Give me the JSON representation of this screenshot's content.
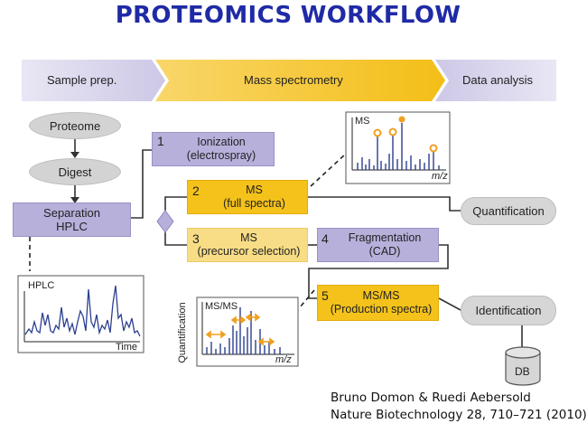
{
  "title": "PROTEOMICS WORKFLOW",
  "stages": [
    "Sample prep.",
    "Mass spectrometry",
    "Data analysis"
  ],
  "left_column": {
    "proteome": "Proteome",
    "digest": "Digest",
    "separation_line1": "Separation",
    "separation_line2": "HPLC"
  },
  "steps": {
    "s1_num": "1",
    "s1_line1": "Ionization",
    "s1_line2": "(electrospray)",
    "s2_num": "2",
    "s2_line1": "MS",
    "s2_line2": "(full spectra)",
    "s3_num": "3",
    "s3_line1": "MS",
    "s3_line2": "(precursor selection)",
    "s4_num": "4",
    "s4_line1": "Fragmentation",
    "s4_line2": "(CAD)",
    "s5_num": "5",
    "s5_line1": "MS/MS",
    "s5_line2": "(Production spectra)"
  },
  "outputs": {
    "quantification": "Quantification",
    "identification": "Identification",
    "db": "DB"
  },
  "plots": {
    "ms_label": "MS",
    "ms_axis": "m/z",
    "msms_label": "MS/MS",
    "msms_axis": "m/z",
    "msms_yaxis": "Quantification",
    "hplc_label": "HPLC",
    "hplc_axis": "Time"
  },
  "colors": {
    "title": "#1f2aa6",
    "purple_box": "#b7b0db",
    "yellow_box": "#f4c21a",
    "light_yellow_box": "#f8dd86",
    "spectrum_line": "#2b3f8f",
    "peak_marker": "#f0a020"
  },
  "citation": {
    "line1": "Bruno Domon  & Ruedi Aebersold",
    "line2": "Nature Biotechnology 28, 710–721 (2010)"
  }
}
